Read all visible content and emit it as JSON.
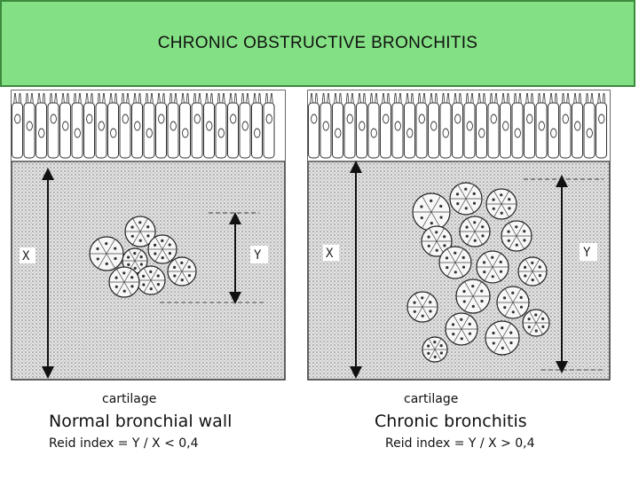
{
  "title": "CHRONIC OBSTRUCTIVE BRONCHITIS",
  "colors": {
    "banner": "#84e084",
    "banner_border": "#3c8a3c"
  },
  "panels": [
    {
      "x_label": "X",
      "y_label": "Y",
      "cartilage_label": "cartilage",
      "name": "Normal bronchial wall",
      "reid_text": "Reid index = Y / X < 0,4",
      "reid_index_max": 0.4
    },
    {
      "x_label": "X",
      "y_label": "Y",
      "cartilage_label": "cartilage",
      "name": "Chronic bronchitis",
      "reid_text": "Reid index = Y / X > 0,4",
      "reid_index_min": 0.4
    }
  ]
}
